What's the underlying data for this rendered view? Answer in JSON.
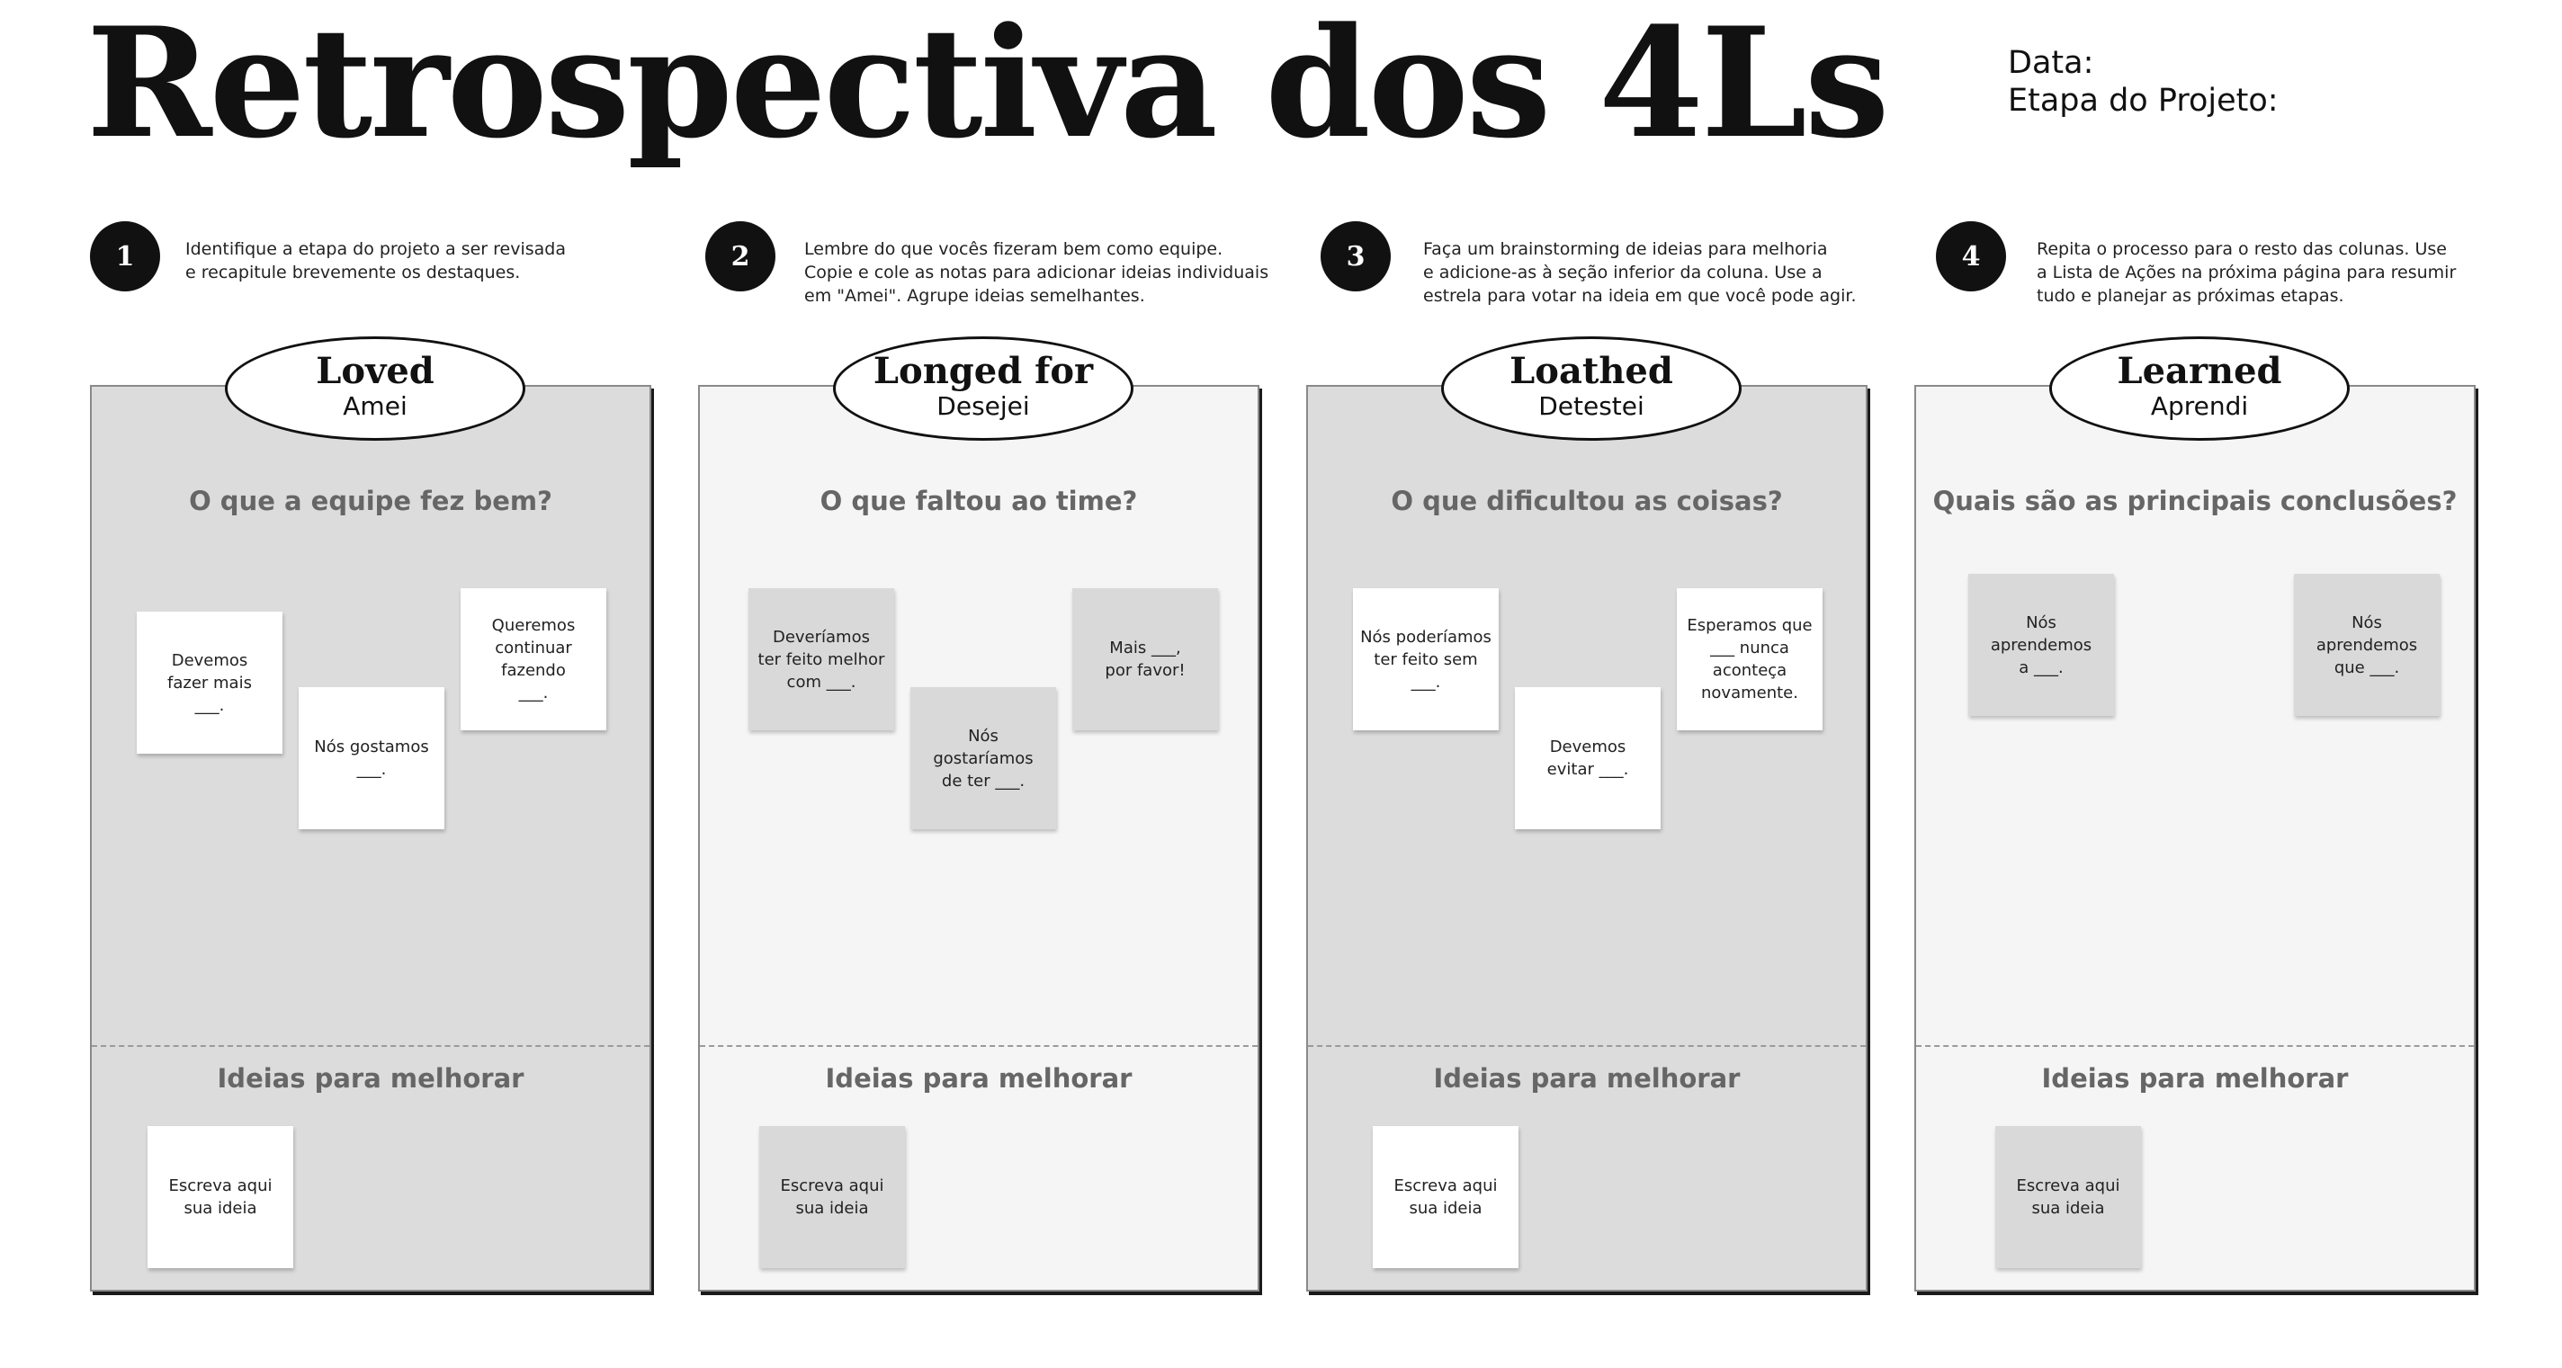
{
  "page": {
    "title": "Retrospectiva dos 4Ls",
    "date_label": "Data:",
    "stage_label": "Etapa do Projeto:"
  },
  "steps": [
    {
      "number": "1",
      "text": "Identifique a etapa do projeto a ser revisada\ne recapitule brevemente os destaques."
    },
    {
      "number": "2",
      "text": "Lembre do que vocês fizeram bem como equipe.\nCopie e cole as notas para adicionar ideias individuais\nem \"Amei\". Agrupe ideias semelhantes."
    },
    {
      "number": "3",
      "text": "Faça um brainstorming de ideias para melhoria\ne adicione-as à seção inferior da coluna. Use a\nestrela para votar na ideia em que você pode agir."
    },
    {
      "number": "4",
      "text": "Repita o processo para o resto das colunas. Use\na Lista de Ações na próxima página para resumir\ntudo e planejar as próximas etapas."
    }
  ],
  "columns": [
    {
      "title": "Loved",
      "subtitle": "Amei",
      "question": "O que a equipe fez bem?",
      "notes": [
        "Devemos\nfazer mais\n___.",
        "Nós gostamos\n___.",
        "Queremos\ncontinuar\nfazendo\n___."
      ],
      "improve_label": "Ideias para melhorar",
      "improve_note": "Escreva  aqui\nsua ideia"
    },
    {
      "title": "Longed for",
      "subtitle": "Desejei",
      "question": "O que faltou ao time?",
      "notes": [
        "Deveríamos\nter feito melhor\ncom ___.",
        "Nós\ngostaríamos\nde ter ___.",
        "Mais ___,\npor favor!"
      ],
      "improve_label": "Ideias para melhorar",
      "improve_note": "Escreva  aqui\nsua ideia"
    },
    {
      "title": "Loathed",
      "subtitle": "Detestei",
      "question": "O que dificultou as coisas?",
      "notes": [
        "Nós poderíamos\nter feito sem\n___.",
        "Devemos\nevitar ___.",
        "Esperamos que\n___ nunca\naconteça\nnovamente."
      ],
      "improve_label": "Ideias para melhorar",
      "improve_note": "Escreva  aqui\nsua ideia"
    },
    {
      "title": "Learned",
      "subtitle": "Aprendi",
      "question": "Quais são as principais conclusões?",
      "notes": [
        "Nós\naprendemos\na ___.",
        "Nós\naprendemos\nque ___."
      ],
      "improve_label": "Ideias para melhorar",
      "improve_note": "Escreva  aqui\nsua ideia"
    }
  ]
}
